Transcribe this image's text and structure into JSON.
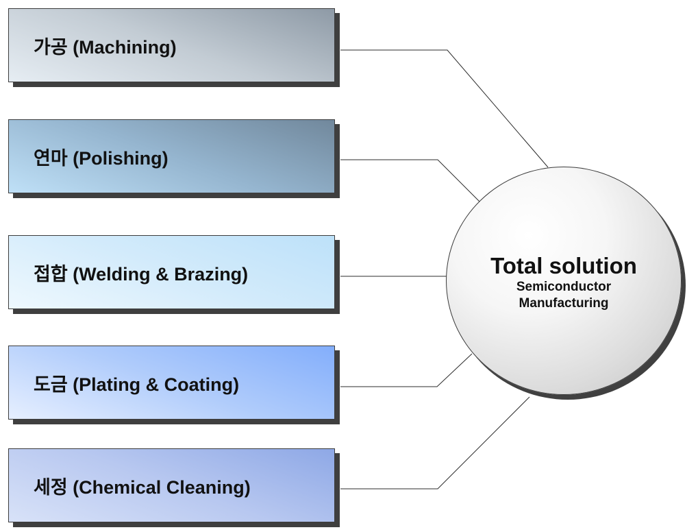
{
  "processes": [
    {
      "id": "machining",
      "label": "가공 (Machining)"
    },
    {
      "id": "polishing",
      "label": "연마 (Polishing)"
    },
    {
      "id": "welding",
      "label": "접합 (Welding & Brazing)"
    },
    {
      "id": "plating",
      "label": "도금 (Plating & Coating)"
    },
    {
      "id": "cleaning",
      "label": "세정 (Chemical Cleaning)"
    }
  ],
  "hub": {
    "title": "Total solution",
    "subtitle_line1": "Semiconductor",
    "subtitle_line2": "Manufacturing"
  }
}
